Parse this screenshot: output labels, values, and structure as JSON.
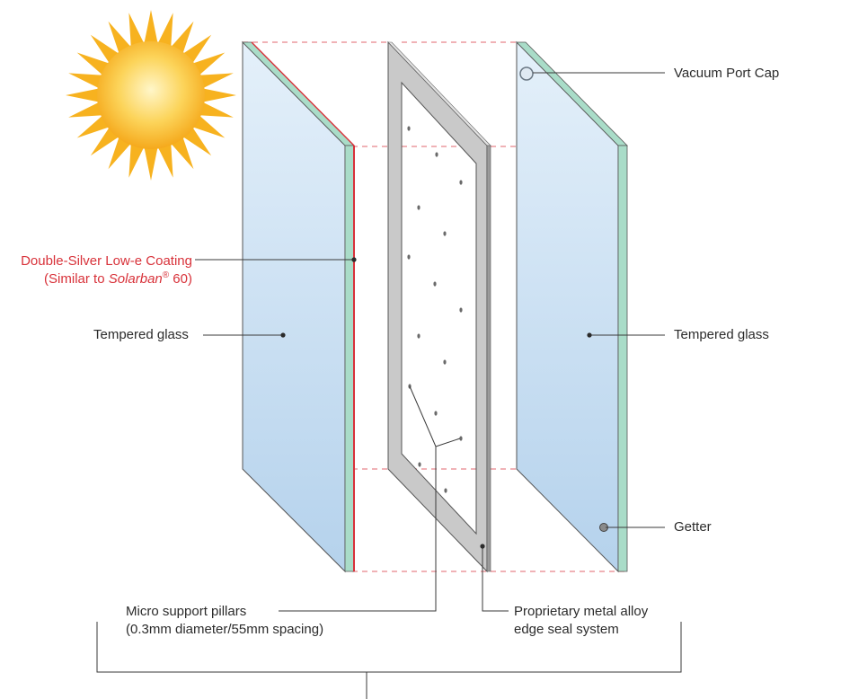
{
  "labels": {
    "coating_line1": "Double-Silver Low-e Coating",
    "coating_line2_prefix": "(Similar to ",
    "coating_line2_brand": "Solarban",
    "coating_line2_mark": "®",
    "coating_line2_suffix": " 60)",
    "tempered_left": "Tempered glass",
    "vacuum_port_cap": "Vacuum Port Cap",
    "tempered_right": "Tempered glass",
    "getter": "Getter",
    "pillars_line1": "Micro support pillars",
    "pillars_line2": "(0.3mm diameter/55mm spacing)",
    "seal_line1": "Proprietary metal alloy",
    "seal_line2": "edge seal system"
  },
  "colors": {
    "glass_face": "#c4dcf0",
    "glass_edge": "#a9dcc8",
    "coating": "#d8323a",
    "frame": "#c9c9c9",
    "leader": "#3a3a3a",
    "dashes": "#e8848a",
    "sun": "#f7b21f",
    "text": "#2b2b2b"
  },
  "icons": [
    "sun-icon"
  ]
}
